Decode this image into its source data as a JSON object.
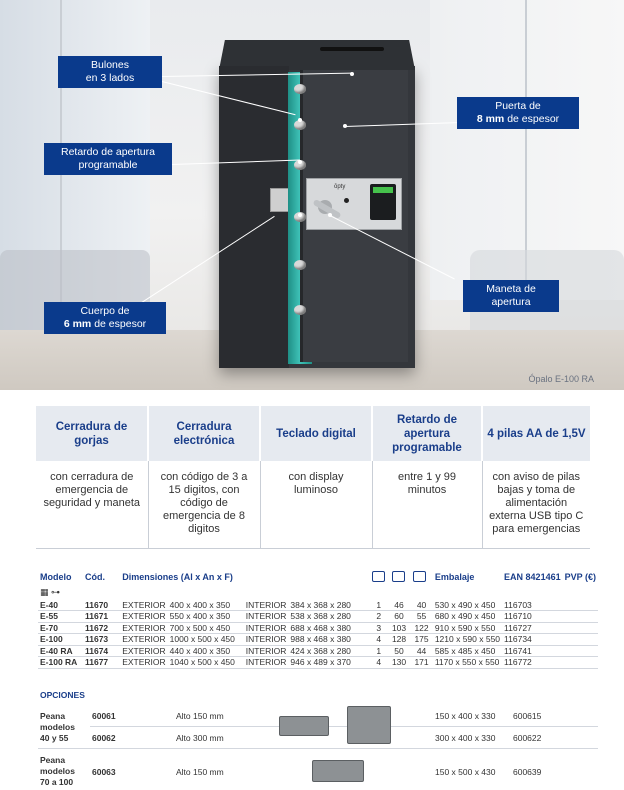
{
  "hero": {
    "model_caption": "Ópalo E-100 RA",
    "callouts": [
      {
        "line1": "Bulones",
        "line2": "en 3 lados",
        "bold2": ""
      },
      {
        "line1": "Retardo de apertura",
        "line2": "programable",
        "bold2": ""
      },
      {
        "line1": "Cuerpo de",
        "line2": " de espesor",
        "bold2": "6 mm"
      },
      {
        "line1": "Puerta de",
        "line2": " de espesor",
        "bold2": "8 mm"
      },
      {
        "line1": "Maneta de",
        "line2": "apertura",
        "bold2": ""
      }
    ],
    "brand_mark": "ōpty"
  },
  "features": {
    "headers": [
      "Cerradura de gorjas",
      "Cerradura electrónica",
      "Teclado digital",
      "Retardo de apertura programable",
      "4 pilas AA de 1,5V"
    ],
    "descriptions": [
      "con cerradura de emergencia de seguridad y maneta",
      "con código de 3 a 15 digitos, con código de emergencia de 8 digitos",
      "con display luminoso",
      "entre 1 y 99 minutos",
      "con aviso de pilas bajas y toma de alimentación externa USB tipo C para emergencias"
    ]
  },
  "models": {
    "headers": {
      "modelo": "Modelo",
      "cod": "Cód.",
      "dimensiones": "Dimensiones (Al x An x F)",
      "embalaje": "Embalaje",
      "ean": "EAN 8421461",
      "pvp": "PVP (€)"
    },
    "exterior_label": "EXTERIOR",
    "interior_label": "INTERIOR",
    "rows": [
      {
        "modelo": "E-40",
        "cod": "11670",
        "ext": "400 x 400 x 350",
        "int": "384 x 368 x 280",
        "a": "1",
        "b": "46",
        "c": "40",
        "emb": "530 x 490 x 450",
        "ean": "116703"
      },
      {
        "modelo": "E-55",
        "cod": "11671",
        "ext": "550 x 400 x 350",
        "int": "538 x 368 x 280",
        "a": "2",
        "b": "60",
        "c": "55",
        "emb": "680 x 490 x 450",
        "ean": "116710"
      },
      {
        "modelo": "E-70",
        "cod": "11672",
        "ext": "700 x 500 x 450",
        "int": "688 x 468 x 380",
        "a": "3",
        "b": "103",
        "c": "122",
        "emb": "910 x 590 x 550",
        "ean": "116727"
      },
      {
        "modelo": "E-100",
        "cod": "11673",
        "ext": "1000 x 500 x 450",
        "int": "988 x 468 x 380",
        "a": "4",
        "b": "128",
        "c": "175",
        "emb": "1210 x 590 x 550",
        "ean": "116734"
      },
      {
        "modelo": "E-40 RA",
        "cod": "11674",
        "ext": "440 x 400 x 350",
        "int": "424 x 368 x 280",
        "a": "1",
        "b": "50",
        "c": "44",
        "emb": "585 x 485 x 450",
        "ean": "116741"
      },
      {
        "modelo": "E-100 RA",
        "cod": "11677",
        "ext": "1040 x 500 x 450",
        "int": "946 x 489 x 370",
        "a": "4",
        "b": "130",
        "c": "171",
        "emb": "1170 x 550 x 550",
        "ean": "116772"
      }
    ]
  },
  "options": {
    "title": "OPCIONES",
    "items": [
      {
        "name": "Peana modelos 40 y 55",
        "cod": "60061",
        "alto": "Alto 150 mm",
        "emb": "150 x 400 x 330",
        "ean": "600615"
      },
      {
        "name": "",
        "cod": "60062",
        "alto": "Alto 300 mm",
        "emb": "300 x 400 x 330",
        "ean": "600622"
      },
      {
        "name": "Peana modelos 70 a 100",
        "cod": "60063",
        "alto": "Alto 150 mm",
        "emb": "150 x 500 x 430",
        "ean": "600639"
      }
    ],
    "name_lines": [
      [
        "Peana",
        "modelos",
        "40 y 55"
      ],
      [
        "Peana",
        "modelos",
        "70 a 100"
      ]
    ]
  }
}
